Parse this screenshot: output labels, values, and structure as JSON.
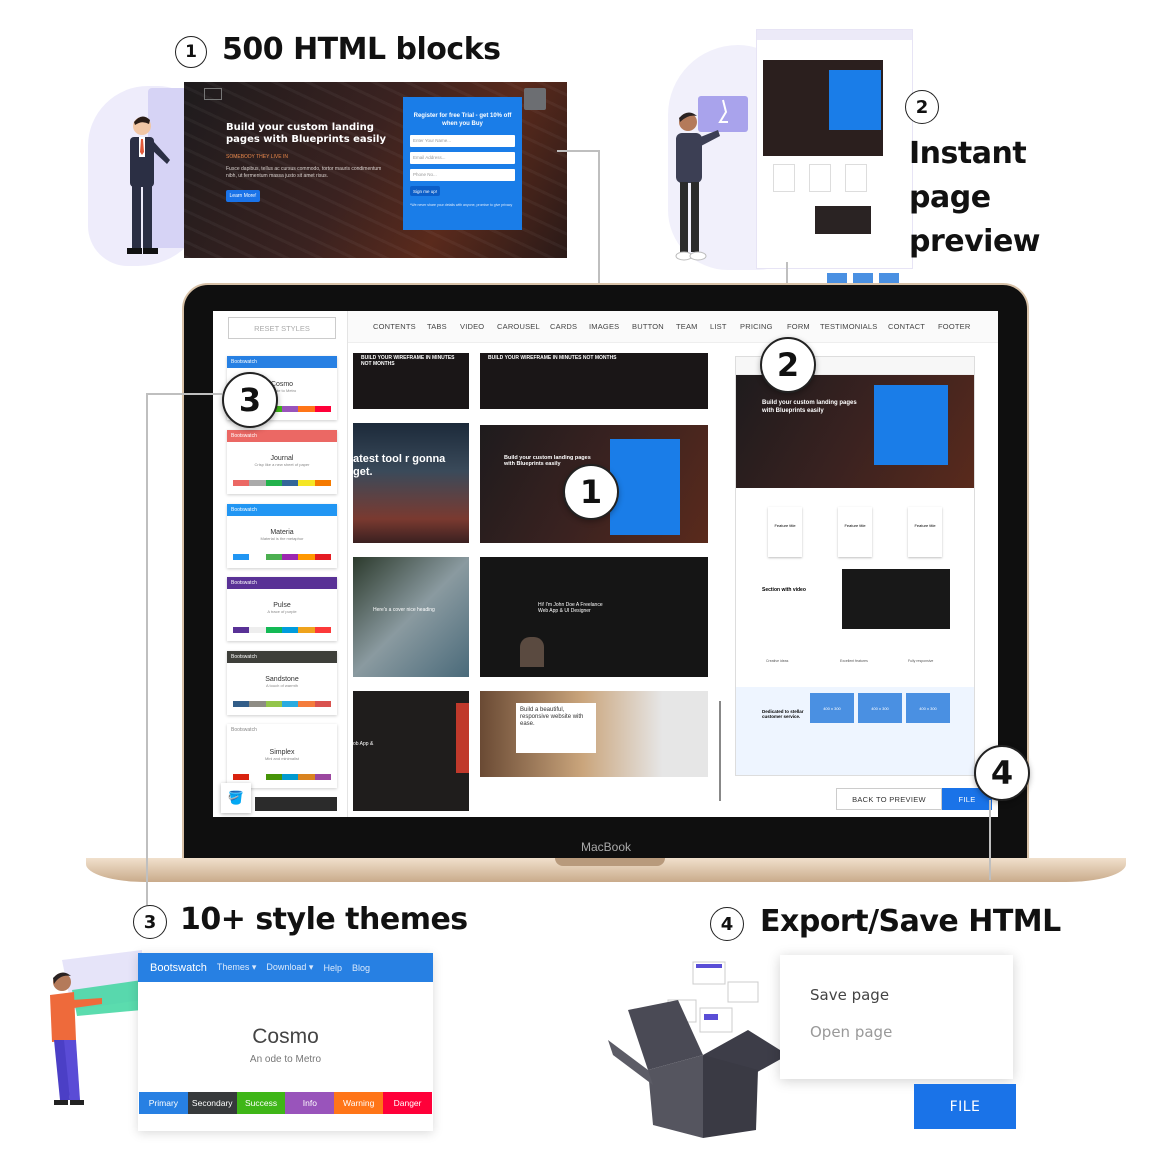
{
  "features": [
    {
      "num": "1",
      "title": "500 HTML blocks"
    },
    {
      "num": "2",
      "title_lines": [
        "Instant",
        "page",
        "preview"
      ]
    },
    {
      "num": "3",
      "title": "10+ style themes"
    },
    {
      "num": "4",
      "title": "Export/Save HTML"
    }
  ],
  "hero": {
    "heading": "Build your custom landing pages with Blueprints easily",
    "subheading": "SOMEBODY THEY LIVE IN",
    "body": "Fusce dapibus, tellus ac cursus commodo, tortor mauris condimentum nibh, ut fermentum massa justo sit amet risus.",
    "cta": "Learn More!",
    "form_title": "Register for free Trial - get 10% off when you Buy",
    "fields": [
      "Enter Your Name...",
      "Email Address...",
      "Phone No..."
    ],
    "submit": "Sign me up!",
    "note": "*We never share your details with anyone, promise to give privacy"
  },
  "laptop": {
    "brand": "MacBook",
    "reset_button": "RESET STYLES",
    "nav_items": [
      "CONTENTS",
      "TABS",
      "VIDEO",
      "CAROUSEL",
      "CARDS",
      "IMAGES",
      "BUTTON",
      "TEAM",
      "LIST",
      "PRICING",
      "FORM",
      "TESTIMONIALS",
      "CONTACT",
      "FOOTER"
    ],
    "themes": [
      {
        "name": "Cosmo",
        "tag": "An ode to Metro",
        "bar": "Bootswatch",
        "color": "#2780e3"
      },
      {
        "name": "Journal",
        "tag": "Crisp like a new sheet of paper",
        "bar": "Bootswatch",
        "color": "#eb6864"
      },
      {
        "name": "Materia",
        "tag": "Material is the metaphor",
        "bar": "Bootswatch",
        "color": "#2196f3"
      },
      {
        "name": "Pulse",
        "tag": "A trace of purple",
        "bar": "Bootswatch",
        "color": "#593196"
      },
      {
        "name": "Sandstone",
        "tag": "A touch of warmth",
        "bar": "Bootswatch",
        "color": "#3e3f3a"
      },
      {
        "name": "Simplex",
        "tag": "Mini and minimalist",
        "bar": "Bootswatch",
        "color": "#ffffff"
      }
    ],
    "thumbs": {
      "wireframe_1": "BUILD YOUR WIREFRAME IN MINUTES NOT MONTHS",
      "wireframe_2": "BUILD YOUR WIREFRAME IN MINUTES NOT MONTHS",
      "latest_tool": "atest tool r gonna get.",
      "john_doe": "Hi! I'm John Doe A Freelance Web App & UI Designer",
      "cover_heading": "Here's a cover nice heading",
      "build_beautiful": "Build a beautiful, responsive website with ease.",
      "web_app": "ob App &"
    },
    "preview": {
      "feature_title": "Feature title",
      "section_video": "Section with video",
      "dedicated": "Dedicated to stellar customer service.",
      "image_placeholder": "400 x 300",
      "features": [
        "Creative ideas",
        "Excellent features",
        "Fully responsive"
      ]
    },
    "back_button": "BACK TO PREVIEW",
    "file_button": "FILE"
  },
  "theme_demo": {
    "brand": "Bootswatch",
    "nav": [
      "Themes ▾",
      "Download ▾",
      "Help",
      "Blog"
    ],
    "name": "Cosmo",
    "tagline": "An ode to Metro",
    "buttons": [
      {
        "label": "Primary",
        "color": "#2780e3"
      },
      {
        "label": "Secondary",
        "color": "#373a3c"
      },
      {
        "label": "Success",
        "color": "#3fb618"
      },
      {
        "label": "Info",
        "color": "#9954bb"
      },
      {
        "label": "Warning",
        "color": "#ff7518"
      },
      {
        "label": "Danger",
        "color": "#ff0039"
      }
    ]
  },
  "export_menu": {
    "save": "Save page",
    "open": "Open page",
    "file": "FILE"
  }
}
